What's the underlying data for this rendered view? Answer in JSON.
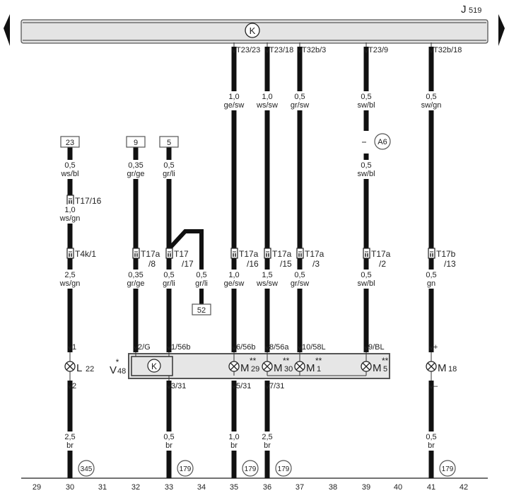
{
  "header": {
    "component": "J",
    "component_num": "519",
    "bus_symbol": "K"
  },
  "wires": {
    "c30": {
      "top_box": "23",
      "l1": {
        "g": "0,5",
        "c": "ws/bl"
      },
      "conn1": "T17/16",
      "l2": {
        "g": "1,0",
        "c": "ws/gn"
      },
      "conn2": "T4k/1",
      "l3": {
        "g": "2,5",
        "c": "ws/gn"
      },
      "pin_in": "1",
      "device": "L",
      "device_num": "22",
      "pin_out": "2",
      "l4": {
        "g": "2,5",
        "c": "br"
      },
      "ref": "345"
    },
    "c32": {
      "top_box": "9",
      "l1": {
        "g": "0,35",
        "c": "gr/ge"
      },
      "conn": "T17a",
      "conn_sub": "/8",
      "l2": {
        "g": "0,35",
        "c": "gr/ge"
      },
      "pin_in": "2/G"
    },
    "c33": {
      "top_box": "5",
      "l1": {
        "g": "0,5",
        "c": "gr/li"
      },
      "conn": "T17",
      "conn_sub": "/17",
      "l2": {
        "g": "0,5",
        "c": "gr/li"
      },
      "pin_in": "1/56b",
      "pin_out": "3/31",
      "l4": {
        "g": "0,5",
        "c": "br"
      },
      "ref": "179"
    },
    "c34": {
      "l2": {
        "g": "0,5",
        "c": "gr/li"
      },
      "bottom_box": "52"
    },
    "c35": {
      "top_pin": "T23/23",
      "l1": {
        "g": "1,0",
        "c": "ge/sw"
      },
      "conn": "T17a",
      "conn_sub": "/16",
      "l2": {
        "g": "1,0",
        "c": "ge/sw"
      },
      "pin_in": "6/56b",
      "device": "M",
      "device_num": "29",
      "stars": "**",
      "pin_out": "5/31",
      "l4": {
        "g": "1,0",
        "c": "br"
      },
      "ref": "179"
    },
    "c36": {
      "top_pin": "T23/18",
      "l1": {
        "g": "1,0",
        "c": "ws/sw"
      },
      "conn": "T17a",
      "conn_sub": "/15",
      "l2": {
        "g": "1,5",
        "c": "ws/sw"
      },
      "pin_in": "8/56a",
      "device": "M",
      "device_num": "30",
      "stars": "**",
      "pin_out": "7/31",
      "l4": {
        "g": "2,5",
        "c": "br"
      },
      "ref": "179"
    },
    "c37": {
      "top_pin": "T32b/3",
      "l1": {
        "g": "0,5",
        "c": "gr/sw"
      },
      "conn": "T17a",
      "conn_sub": "/3",
      "l2": {
        "g": "0,5",
        "c": "gr/sw"
      },
      "pin_in": "10/58L",
      "device": "M",
      "device_num": "1",
      "stars": "**"
    },
    "c39": {
      "top_pin": "T23/9",
      "l1": {
        "g": "0,5",
        "c": "sw/bl"
      },
      "marker": "A6",
      "l1b": {
        "g": "0,5",
        "c": "sw/bl"
      },
      "conn": "T17a",
      "conn_sub": "/2",
      "l2": {
        "g": "0,5",
        "c": "sw/bl"
      },
      "pin_in": "9/BL",
      "device": "M",
      "device_num": "5",
      "stars": "**"
    },
    "c41": {
      "top_pin": "T32b/18",
      "l1": {
        "g": "0,5",
        "c": "sw/gn"
      },
      "conn": "T17b",
      "conn_sub": "/13",
      "l2": {
        "g": "0,5",
        "c": "gn"
      },
      "pin_in": "+",
      "device": "M",
      "device_num": "18",
      "pin_out": "–",
      "l4": {
        "g": "0,5",
        "c": "br"
      },
      "ref": "179"
    }
  },
  "module": {
    "name": "V",
    "num": "48",
    "star": "*",
    "bus_symbol": "K"
  },
  "columns": [
    "29",
    "30",
    "31",
    "32",
    "33",
    "34",
    "35",
    "36",
    "37",
    "38",
    "39",
    "40",
    "41",
    "42"
  ],
  "colors": {
    "wire": "#111111",
    "bar": "#e4e4e4",
    "module": "#e6e6e6"
  }
}
